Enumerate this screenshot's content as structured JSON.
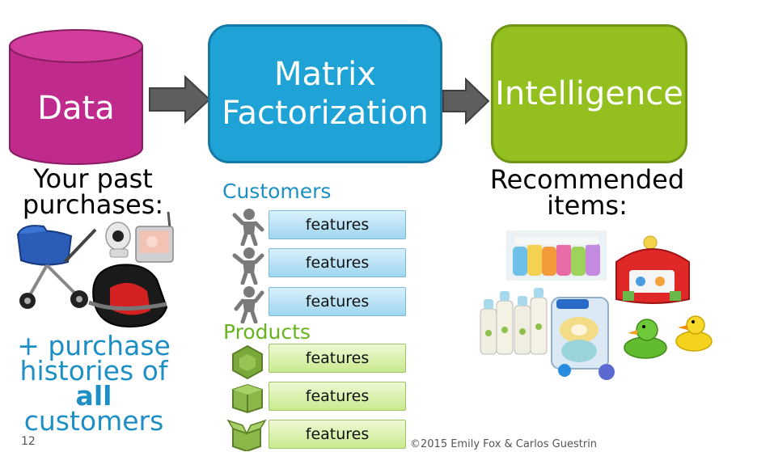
{
  "stages": {
    "data": {
      "label": "Data",
      "color": "#bf2a8c"
    },
    "matrix": {
      "line1": "Matrix",
      "line2": "Factorization",
      "color": "#1fa3d6"
    },
    "intelligence": {
      "label": "Intelligence",
      "color": "#93c01f"
    }
  },
  "left": {
    "caption_line1": "Your past",
    "caption_line2": "purchases:",
    "histories_line1": "+ purchase",
    "histories_line2": "histories of",
    "histories_line3": "all",
    "histories_line4": "customers"
  },
  "middle": {
    "customers_title": "Customers",
    "products_title": "Products",
    "customer_features": [
      "features",
      "features",
      "features"
    ],
    "product_features": [
      "features",
      "features",
      "features"
    ]
  },
  "right": {
    "caption_line1": "Recommended",
    "caption_line2": "items:"
  },
  "footer": {
    "slide_number": "12",
    "copyright": "©2015 Emily Fox & Carlos Guestrin"
  }
}
